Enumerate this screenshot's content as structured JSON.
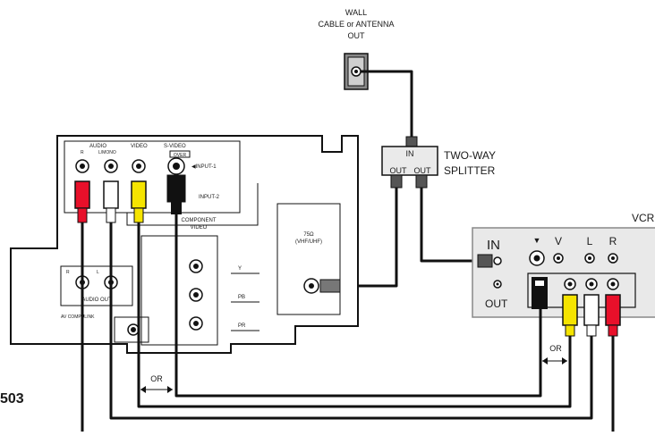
{
  "wall": {
    "line1": "WALL",
    "line2": "CABLE or ANTENNA",
    "line3": "OUT"
  },
  "splitter": {
    "in_label": "IN",
    "out_label_1": "OUT",
    "out_label_2": "OUT",
    "name_line1": "TWO-WAY",
    "name_line2": "SPLITTER"
  },
  "tv": {
    "audio_label": "AUDIO",
    "video_label": "VIDEO",
    "svideo_label": "S-VIDEO",
    "r_label": "R",
    "lmono_label": "L/MONO",
    "over_label": "OVER",
    "input1_label": "◀INPUT-1",
    "input2_label": "INPUT-2",
    "component_line1": "COMPONENT",
    "component_line2": "VIDEO",
    "y_label": "Y",
    "pb_label": "PB",
    "pr_label": "PR",
    "ant_line1": "75Ω",
    "ant_line2": "(VHF/UHF)",
    "audio_out_r": "R",
    "audio_out_l": "L",
    "audio_out_label": "AUDIO OUT",
    "av_compulink": "AV COMPULINK"
  },
  "vcr": {
    "title": "VCR",
    "in_label": "IN",
    "out_label": "OUT",
    "v_label": "V",
    "l_label": "L",
    "r_label": "R",
    "svideo_marker": "▼"
  },
  "or_label_tv": "OR",
  "or_label_vcr": "OR",
  "figure_number": "503",
  "colors": {
    "red_plug": "#e8102a",
    "yellow_plug": "#f5e400",
    "white_plug": "#ffffff",
    "black_plug": "#111111",
    "vcr_panel": "#e9e9e9"
  }
}
